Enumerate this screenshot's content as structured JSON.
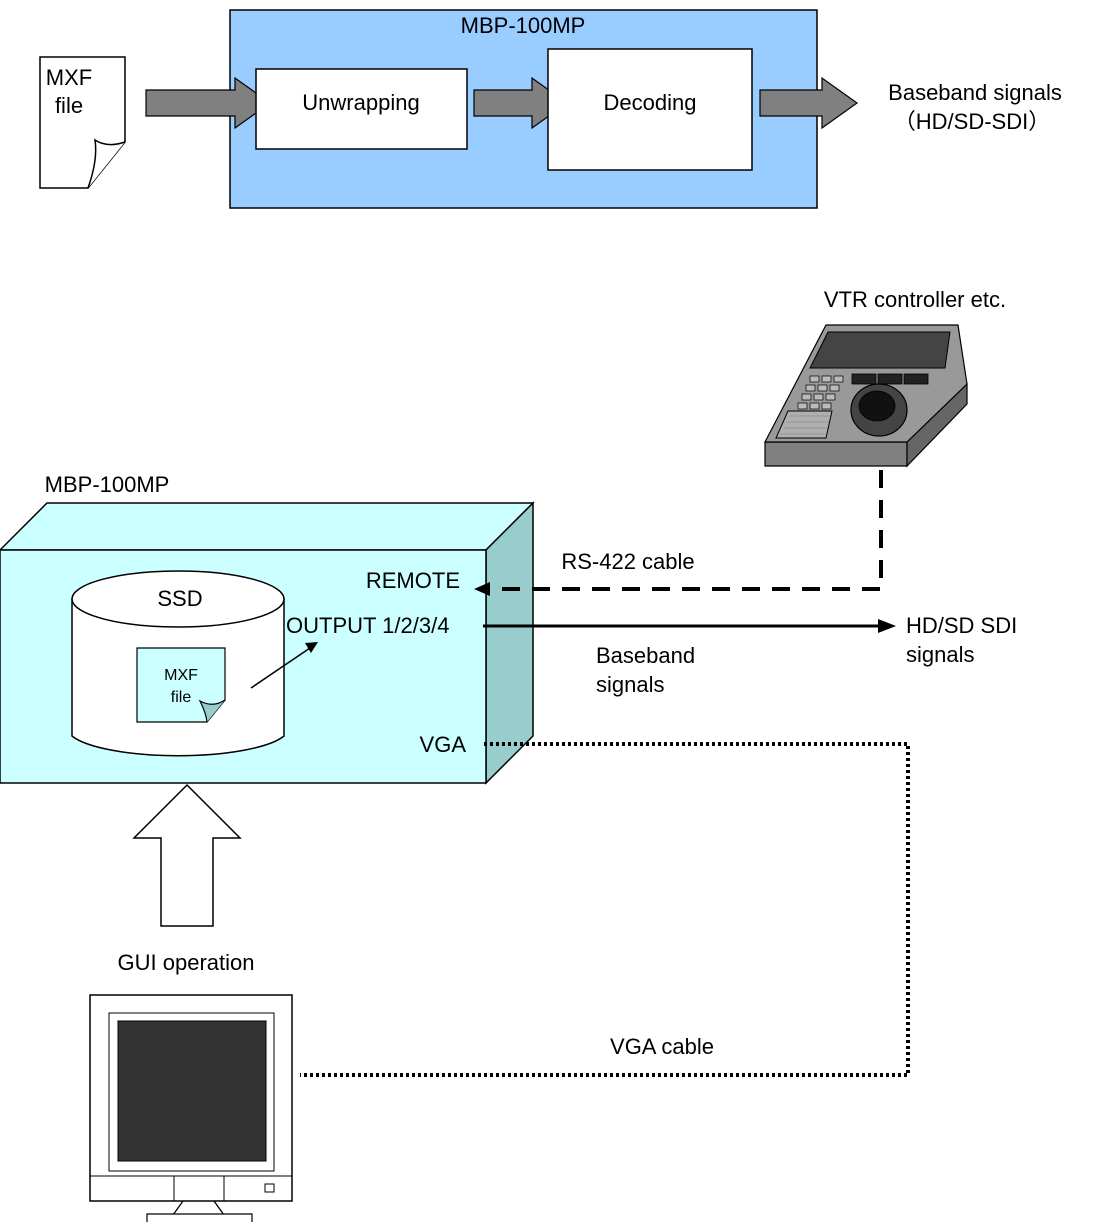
{
  "top_diagram": {
    "device_title": "MBP-100MP",
    "input_label_line1": "MXF",
    "input_label_line2": "file",
    "step1": "Unwrapping",
    "step2": "Decoding",
    "output_line1": "Baseband signals",
    "output_line2": "（HD/SD-SDI）"
  },
  "bottom_diagram": {
    "device_label": "MBP-100MP",
    "controller_label": "VTR controller etc.",
    "storage_label": "SSD",
    "file_line1": "MXF",
    "file_line2": "file",
    "port_remote": "REMOTE",
    "port_output": "OUTPUT 1/2/3/4",
    "port_vga": "VGA",
    "rs422_label": "RS-422 cable",
    "baseband_line1": "Baseband",
    "baseband_line2": "signals",
    "sdi_line1": "HD/SD SDI",
    "sdi_line2": "signals",
    "gui_label": "GUI operation",
    "vga_cable_label": "VGA cable"
  },
  "colors": {
    "device_blue": "#99ccff",
    "device_cyan": "#ccffff",
    "device_side": "#99cccc",
    "arrow_gray": "#808080",
    "monitor_screen": "#333333",
    "controller_body": "#808080"
  }
}
